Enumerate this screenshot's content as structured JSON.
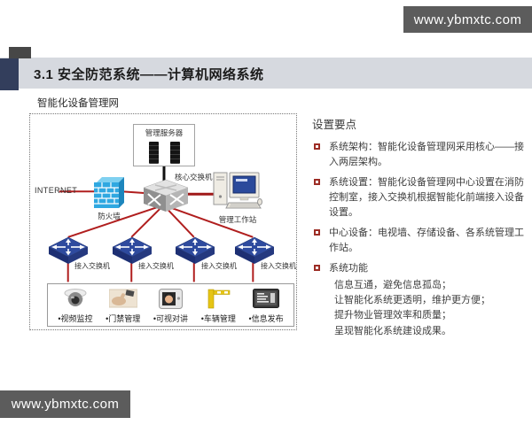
{
  "watermark": {
    "text": "www.ybmxtc.com"
  },
  "header": {
    "title": "3.1 安全防范系统——计算机网络系统"
  },
  "diagram": {
    "label": "智能化设备管理网",
    "nodes": {
      "server_box": "管理服务器",
      "core_switch": "核心交换机",
      "internet": "INTERNET",
      "firewall": "防火墙",
      "workstation": "管理工作站",
      "access_switch": "接入交换机"
    },
    "devices": [
      "•视频监控",
      "•门禁管理",
      "•可视对讲",
      "•车辆管理",
      "•信息发布"
    ],
    "icons": [
      "server-icon",
      "firewall-icon",
      "core-switch-icon",
      "access-switch-icon",
      "workstation-icon",
      "dome-camera-icon",
      "access-control-icon",
      "intercom-icon",
      "barrier-gate-icon",
      "display-icon"
    ]
  },
  "panel": {
    "heading": "设置要点",
    "bullets": [
      {
        "text": "系统架构：智能化设备管理网采用核心——接入两层架构。"
      },
      {
        "text": "系统设置：智能化设备管理网中心设置在消防控制室，接入交换机根据智能化前端接入设备设置。"
      },
      {
        "text": "中心设备：电视墙、存储设备、各系统管理工作站。"
      },
      {
        "text": "系统功能",
        "sub": [
          "信息互通，避免信息孤岛；",
          "让智能化系统更透明，维护更方便；",
          "提升物业管理效率和质量；",
          "呈现智能化系统建设成果。"
        ]
      }
    ]
  },
  "colors": {
    "accent_red": "#b01e1e",
    "navy": "#333e5c",
    "header_bg": "#d6d9df",
    "watermark_bg": "#5c5c5c",
    "bullet_red": "#9c2d25",
    "switch_blue": "#2e4a9e",
    "firewall_blue": "#2fa8e1",
    "barrier_yellow": "#e6c515"
  }
}
